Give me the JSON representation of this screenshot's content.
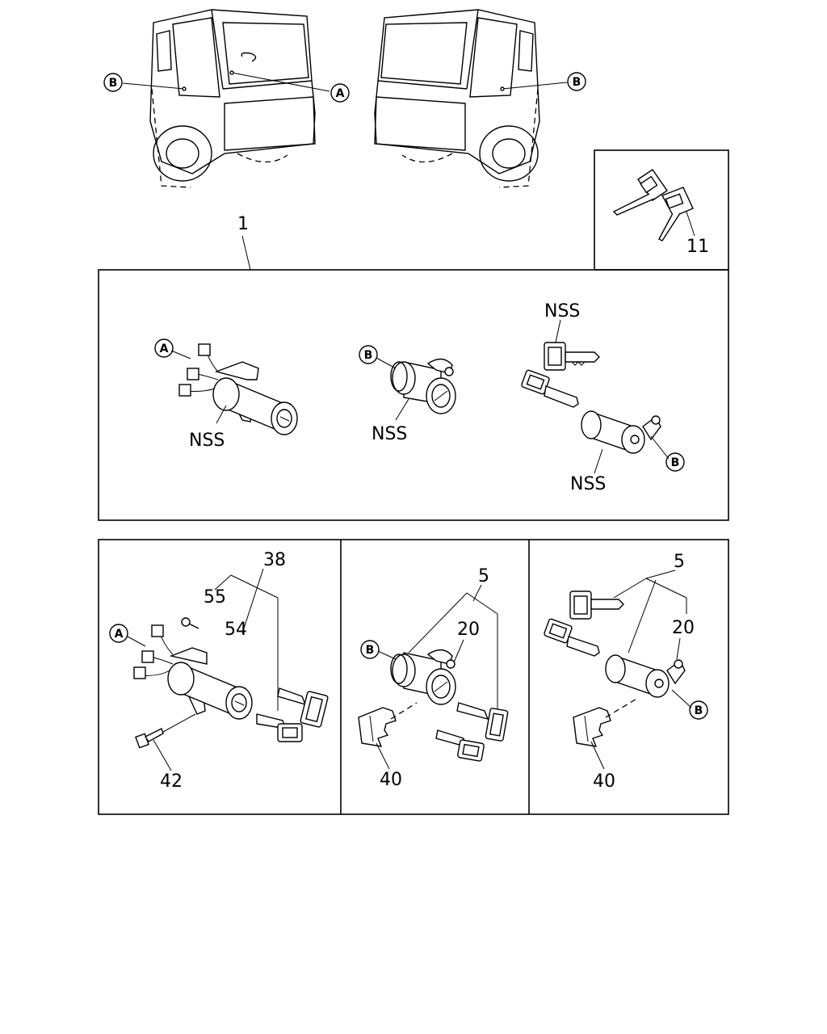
{
  "callouts": {
    "cab_left_b": "B",
    "cab_left_a": "A",
    "cab_right_b": "B",
    "nss_panel_a": "A",
    "nss_panel_b1": "B",
    "nss_panel_b2": "B",
    "p38_a": "A",
    "p5b_b": "B",
    "p5c_b": "B"
  },
  "labels": {
    "main_assembly": "1",
    "key_blanks": "11",
    "nss_ignition": "NSS",
    "nss_door": "NSS",
    "nss_keys": "NSS",
    "nss_cyl": "NSS",
    "ignition_set": "38",
    "screw": "55",
    "ignition_cyl": "54",
    "bolt": "42",
    "door_set_left": "5",
    "retainer_left": "20",
    "clip_left": "40",
    "door_set_right": "5",
    "retainer_right": "20",
    "clip_right": "40"
  }
}
